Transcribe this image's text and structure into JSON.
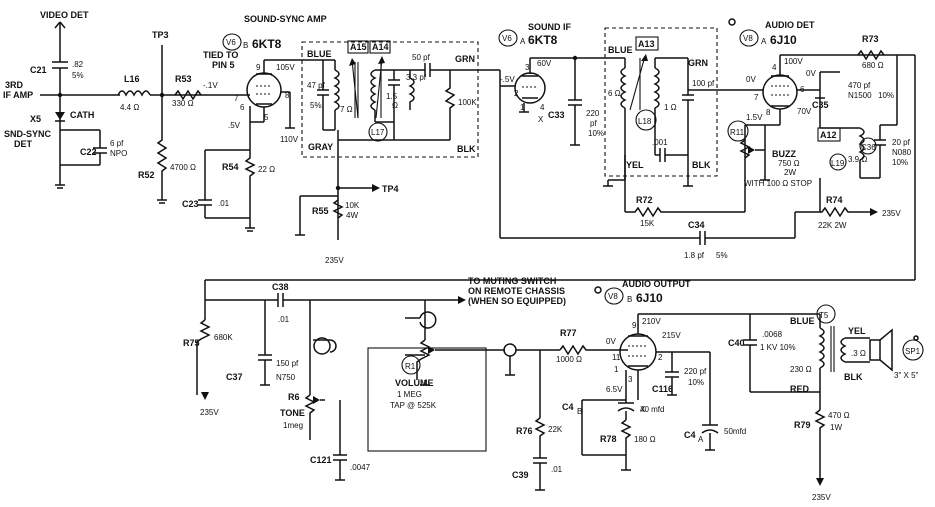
{
  "top": {
    "video_det": "VIDEO DET",
    "third_if": "3RD",
    "if_amp": "IF AMP",
    "c21": "C21",
    "c21_v1": ".82",
    "c21_v2": "5%",
    "x5": "X5",
    "cath": "CATH",
    "snd_sync_det_1": "SND-SYNC",
    "snd_sync_det_2": "DET",
    "c22": "C22",
    "c22_v1": "6 pf",
    "c22_v2": "NPO",
    "l16": "L16",
    "l16_v": "4.4 Ω",
    "tp3": "TP3",
    "r53": "R53",
    "r53_v": "330 Ω",
    "r52": "R52",
    "r52_v": "4700 Ω",
    "tied_1": "TIED TO",
    "tied_2": "PIN 5",
    "v6b_badge": "V6",
    "v6b_sub": "B",
    "v6b_type": "6KT8",
    "v6b_title": "SOUND-SYNC AMP",
    "v6b_plate_v": "105V",
    "v6b_grid_v": "-.1V",
    "v6b_cath_v": ".5V",
    "pin9": "9",
    "pin7": "7",
    "pin6": "6",
    "pin8": "8",
    "pin5": "5",
    "v110": "110V",
    "r54": "R54",
    "r54_v": "22 Ω",
    "c23": "C23",
    "c23_v": ".01",
    "blue": "BLUE",
    "gray": "GRAY",
    "c_47": "47 pf",
    "c_47b": "5%",
    "a15": "A15",
    "a14": "A14",
    "l17_7": "7 Ω",
    "l17_15a": "1.5",
    "l17_15b": "Ω",
    "c_50": "50 pf",
    "c_33": "3.3 pf",
    "r_100k": "100K",
    "grn": "GRN",
    "blk": "BLK",
    "l17": "L17",
    "tp4": "TP4",
    "r55": "R55",
    "r55_v1": "10K",
    "r55_v2": "4W",
    "v235": "235V",
    "v6a_badge": "V6",
    "v6a_sub": "A",
    "v6a_type": "6KT8",
    "v6a_title": "SOUND IF",
    "v6a_plate": "60V",
    "v6a_grid": "-.5V",
    "pin3": "3",
    "pin2": "2",
    "pin1": "1",
    "pin4": "4",
    "x": "X",
    "c33": "C33",
    "c33_v1": "220",
    "c33_v2": "pf",
    "c33_v3": "10%",
    "a13": "A13",
    "blue2": "BLUE",
    "grn2": "GRN",
    "l18_6": "6 Ω",
    "l18_1": "1 Ω",
    "c_100": "100 pf",
    "l18": "L18",
    "yel": "YEL",
    "c_001": ".001",
    "blk2": "BLK",
    "r72": "R72",
    "r72_v": "15K",
    "c34": "C34",
    "c34_v": "1.8 pf",
    "c34_v2": "5%",
    "v8a_badge": "V8",
    "v8a_sub": "A",
    "v8a_type": "6J10",
    "v8a_title": "AUDIO DET",
    "v8a_100": "100V",
    "v8a_0a": "0V",
    "v8a_0b": "0V",
    "v8a_70": "70V",
    "v8a_15": "1.5V",
    "pin4b": "4",
    "pin7b": "7",
    "pin6b": "6",
    "pin8b": "8",
    "r11": "R11",
    "buzz": "BUZZ",
    "buzz_1": "750 Ω",
    "buzz_2": "2W",
    "buzz_3": "WITH 100 Ω STOP",
    "r73": "R73",
    "r73_v": "680 Ω",
    "c35": "C35",
    "c35_v1": "470 pf",
    "c35_v2": "N1500",
    "c35_v3": "10%",
    "a12": "A12",
    "c36": "C36",
    "c36_v1": "20 pf",
    "c36_v2": "N080",
    "c36_v3": "10%",
    "l19": "L19",
    "l19_v": "3.9 Ω",
    "r74": "R74",
    "r74_v": "22K  2W",
    "v235b": "235V"
  },
  "bottom": {
    "muting_1": "TO MUTING SWITCH",
    "muting_2": "ON REMOTE CHASSIS",
    "muting_3": "(WHEN SO EQUIPPED)",
    "c38": "C38",
    "c38_v": ".01",
    "r75": "R75",
    "r75_v": "680K",
    "v235": "235V",
    "c37": "C37",
    "c37_v1": "150 pf",
    "c37_v2": "N750",
    "r6": "R6",
    "tone": "TONE",
    "tone_v": "1meg",
    "c121": "C121",
    "c121_v": ".0047",
    "r1": "R1",
    "volume": "VOLUME",
    "vol_1": "1 MEG",
    "vol_2": "TAP @ 525K",
    "v8b_badge": "V8",
    "v8b_sub": "B",
    "v8b_type": "6J10",
    "v8b_title": "AUDIO OUTPUT",
    "r77": "R77",
    "r77_v": "1000 Ω",
    "zero_v": "0V",
    "v210": "210V",
    "v215": "215V",
    "v65": "6.5V",
    "pin9": "9",
    "pin11": "11",
    "pin1": "1",
    "pin2": "2",
    "pin3": "3",
    "x": "X",
    "c116": "C116",
    "c116_v1": "220 pf",
    "c116_v2": "10%",
    "c4b": "C4",
    "c4b_sub": "B",
    "c4b_v": "40 mfd",
    "c4a": "C4",
    "c4a_sub": "A",
    "c4a_v": "50mfd",
    "r76": "R76",
    "r76_v": "22K",
    "r78": "R78",
    "r78_v": "180 Ω",
    "c39": "C39",
    "c39_v": ".01",
    "c40": "C40",
    "c40_v1": ".0068",
    "c40_v2": "1 KV 10%",
    "t5": "T5",
    "blue": "BLUE",
    "yel": "YEL",
    "red": "RED",
    "blk": "BLK",
    "t5_ohm": "230 Ω",
    "t5_sec": ".3 Ω",
    "sp1": "SP1",
    "sp_size": "3\" X 5\"",
    "r79": "R79",
    "r79_v1": "470 Ω",
    "r79_v2": "1W",
    "v235b": "235V"
  }
}
